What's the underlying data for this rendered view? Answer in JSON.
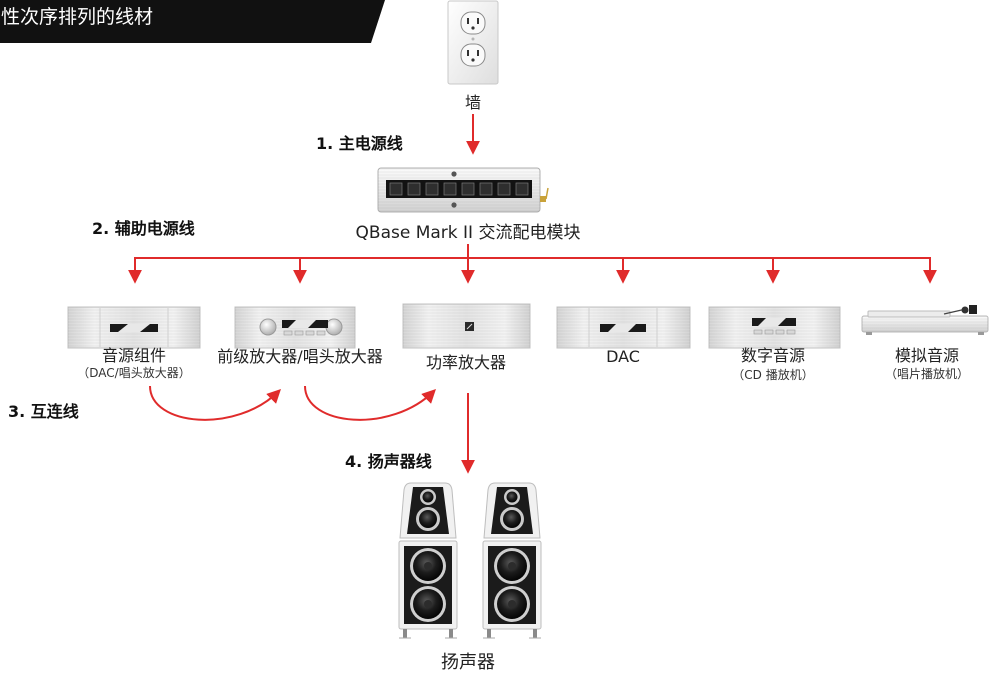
{
  "banner": {
    "title": "性次序排列的线材"
  },
  "wall_outlet": {
    "label": "墙"
  },
  "cables": {
    "step1": "1. 主电源线",
    "step2": "2. 辅助电源线",
    "step3": "3. 互连线",
    "step4": "4. 扬声器线"
  },
  "power_distributor": {
    "label": "QBase Mark II 交流配电模块"
  },
  "components": [
    {
      "name": "音源组件",
      "sub": "（DAC/唱头放大器）"
    },
    {
      "name": "前级放大器/唱头放大器"
    },
    {
      "name": "功率放大器"
    },
    {
      "name": "DAC"
    },
    {
      "name": "数字音源",
      "sub": "（CD 播放机）"
    },
    {
      "name": "模拟音源",
      "sub": "（唱片播放机）"
    }
  ],
  "speakers": {
    "label": "扬声器"
  },
  "icons": [
    "wall-outlet-icon",
    "power-strip-icon",
    "source-component-icon",
    "preamp-icon",
    "power-amp-icon",
    "dac-icon",
    "cd-player-icon",
    "turntable-icon",
    "speaker-icon"
  ],
  "colors": {
    "cable": "#e02b2b",
    "banner_bg": "#111111",
    "banner_text": "#ffffff"
  }
}
